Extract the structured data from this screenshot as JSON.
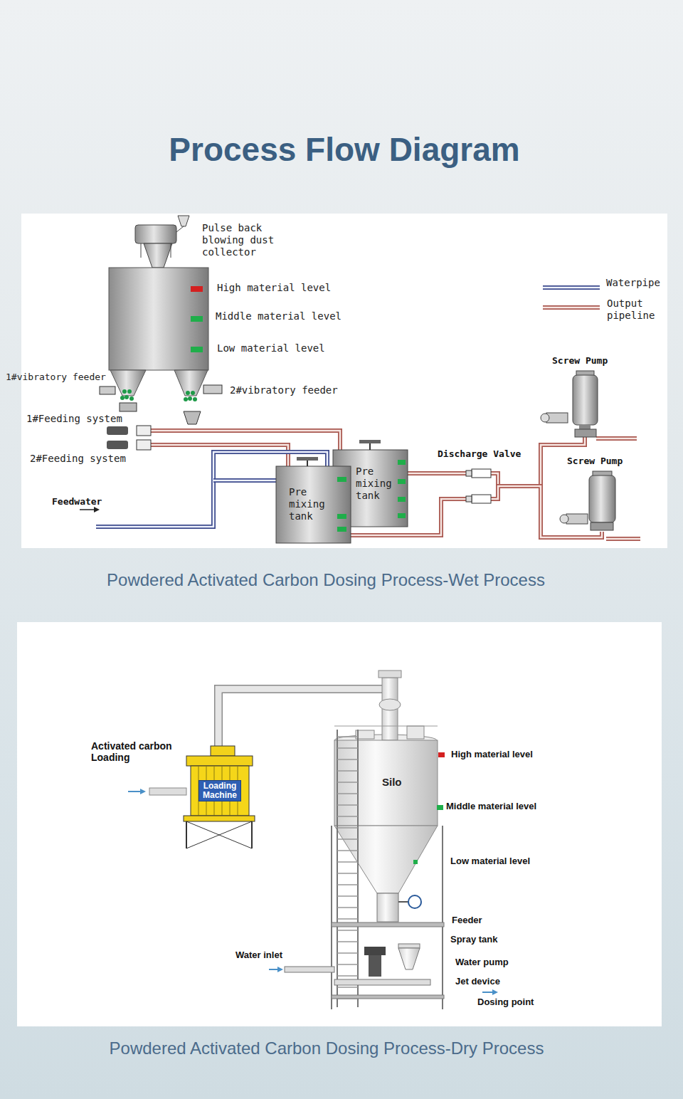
{
  "diagram": {
    "title": "Process Flow Diagram",
    "caption": "Powdered Activated Carbon Dosing Process-Wet Process",
    "nodes": [
      {
        "text": [
          "Screw Pump"
        ]
      },
      {
        "text": [
          "Screw Pump"
        ]
      },
      {
        "text": [
          "Pre mixing tank"
        ]
      },
      {
        "text": [
          "Pre mixing tank"
        ]
      },
      {
        "text": [
          "Activated carbon Loading",
          "Loading Machine"
        ]
      },
      {
        "text": [
          "Silo"
        ]
      }
    ],
    "edges": [
      {
        "from": 2,
        "to": 0,
        "arrow": "none"
      },
      {
        "from": 2,
        "to": 1,
        "arrow": "none"
      },
      {
        "from": 3,
        "to": 0,
        "arrow": "none"
      },
      {
        "from": 3,
        "to": 1,
        "arrow": "none"
      },
      {
        "from": 4,
        "to": 5,
        "arrow": "none"
      }
    ],
    "labels": [
      "Pulse back blowing dust collector",
      "High material level",
      "Middle material level",
      "Low material level",
      "1#vibratory feeder",
      "2#vibratory feeder",
      "1#Feeding system",
      "2#Feeding system",
      "Feedwater",
      "Discharge Valve",
      "High material level",
      "Middle material level",
      "Low material level",
      "Feeder",
      "Spray tank",
      "Water pump",
      "Water inlet",
      "Jet device",
      "Dosing point",
      "Powdered Activated Carbon Dosing Process-Dry Process"
    ],
    "legend": [
      {
        "text": "Waterpipe"
      },
      {
        "text": "Output pipeline"
      }
    ]
  }
}
